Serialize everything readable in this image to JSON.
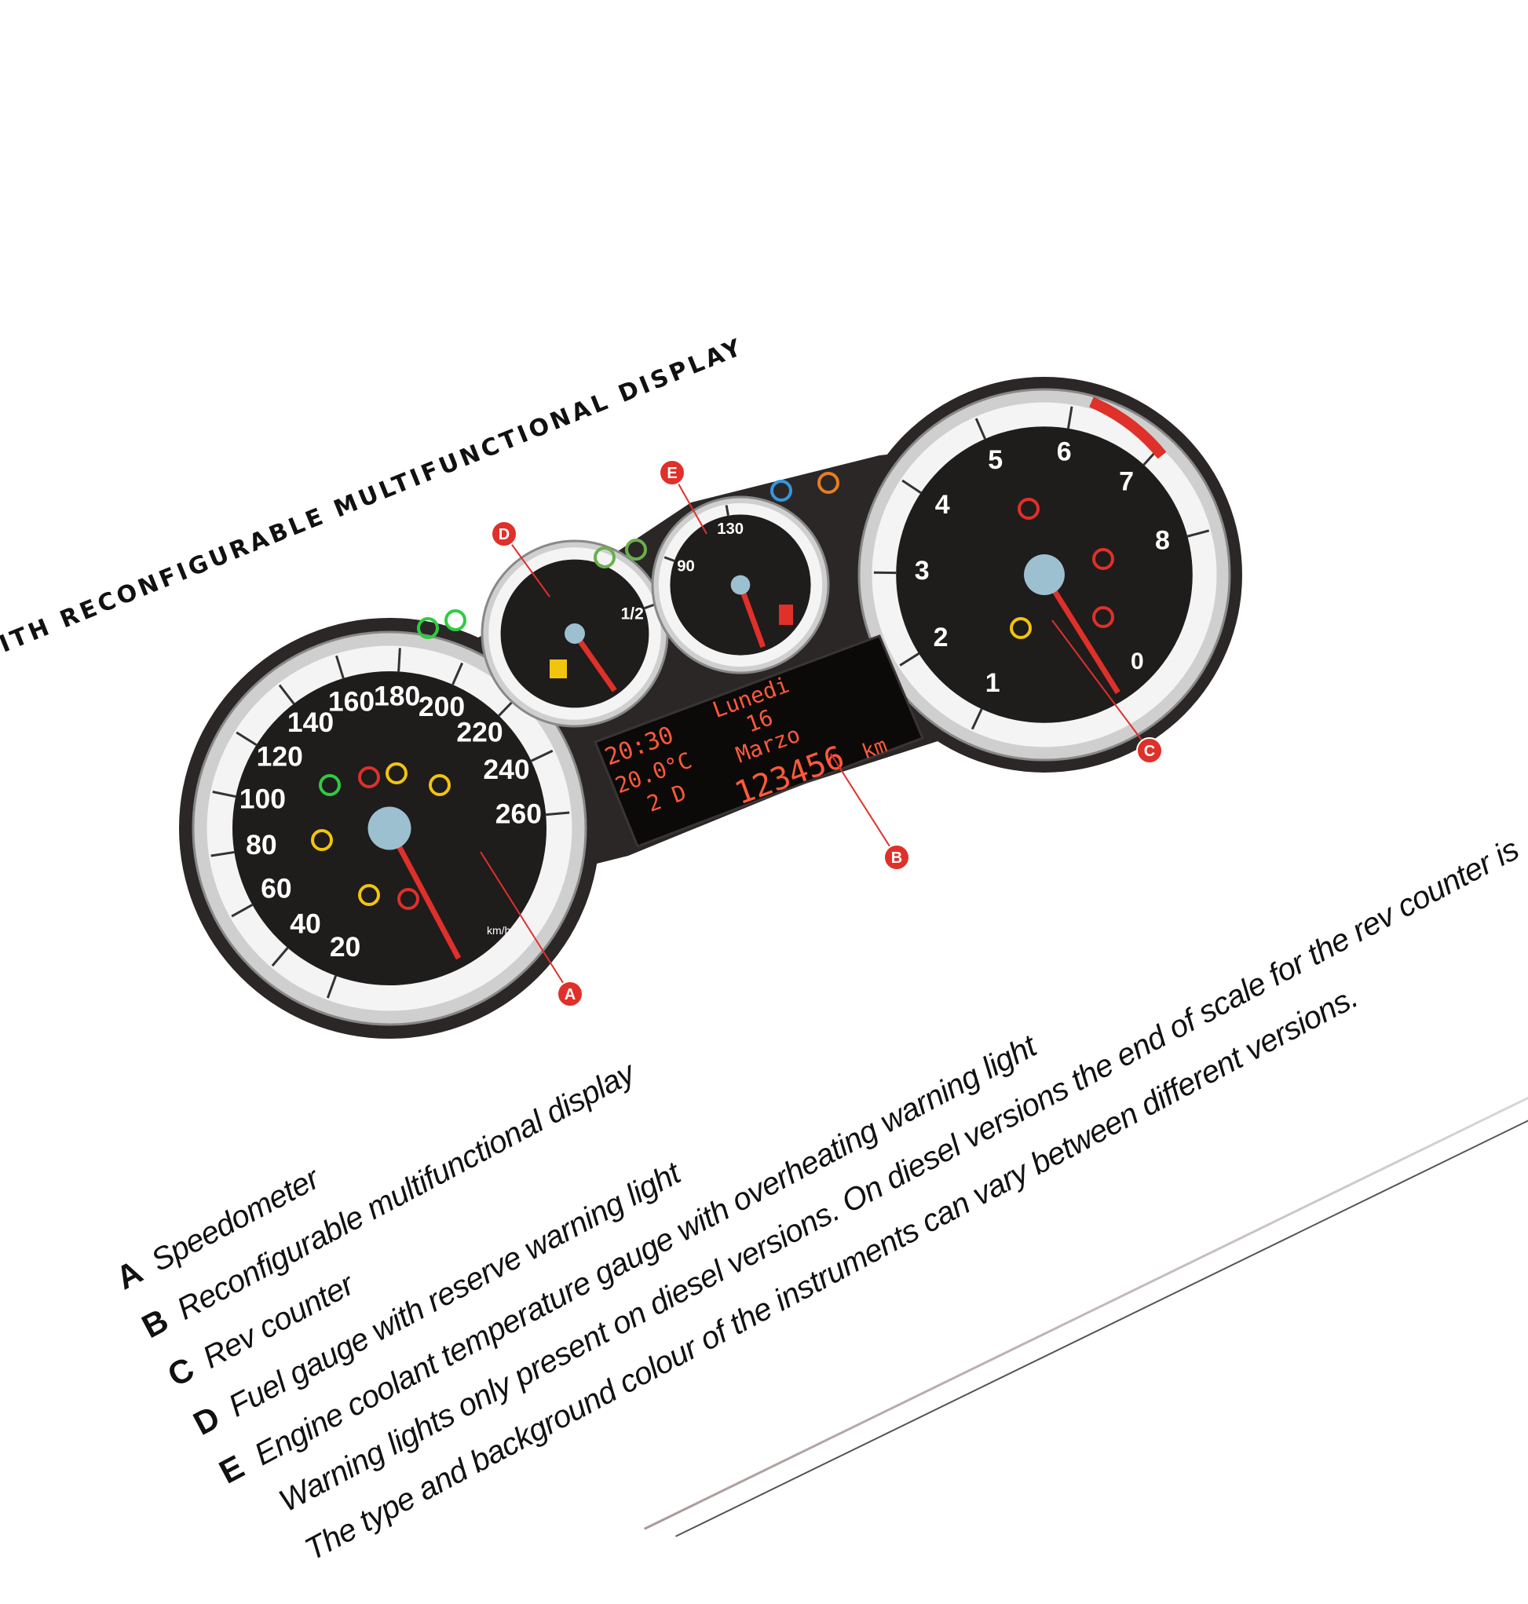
{
  "header": {
    "title": "WITH RECONFIGURABLE MULTIFUNCTIONAL DISPLAY"
  },
  "callouts": [
    "A",
    "B",
    "C",
    "D",
    "E"
  ],
  "speedometer": {
    "labels": [
      "20",
      "40",
      "60",
      "80",
      "100",
      "120",
      "140",
      "160",
      "180",
      "200",
      "220",
      "240",
      "260"
    ],
    "unit": "km/h"
  },
  "rev_counter": {
    "labels": [
      "1",
      "2",
      "3",
      "4",
      "5",
      "6",
      "7",
      "8"
    ],
    "zero": "0"
  },
  "fuel_gauge": {
    "half": "1/2"
  },
  "temp_gauge": {
    "labels": [
      "90",
      "130"
    ]
  },
  "display": {
    "time": "20:30",
    "temperature": "20.0°C",
    "gear": "2 D",
    "day": "Lunedi",
    "date": "16",
    "month": "Marzo",
    "odometer": "123456",
    "odometer_unit": "km"
  },
  "legend": [
    {
      "key": "A",
      "label": "Speedometer"
    },
    {
      "key": "B",
      "label": "Reconfigurable multifunctional display"
    },
    {
      "key": "C",
      "label": "Rev counter"
    },
    {
      "key": "D",
      "label": "Fuel gauge with reserve warning light"
    },
    {
      "key": "E",
      "label": "Engine coolant temperature gauge with overheating warning light"
    },
    {
      "key": "",
      "label": "Warning lights only present on diesel versions. On diesel versions the end of scale for the rev counter is"
    },
    {
      "key": "",
      "label": "The type and background colour of the instruments can vary between different versions."
    }
  ],
  "colors": {
    "accent": "#e0302a",
    "body": "#2b2727",
    "lcd": "#ff5a3a"
  }
}
